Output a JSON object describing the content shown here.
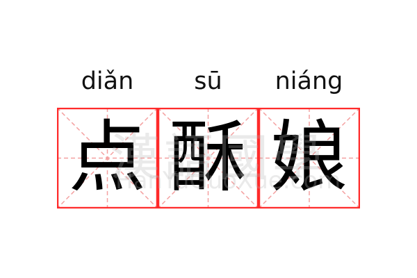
{
  "syllables": [
    {
      "pinyin": "diǎn",
      "character": "点"
    },
    {
      "pinyin": "sū",
      "character": "酥"
    },
    {
      "pinyin": "niáng",
      "character": "娘"
    }
  ],
  "watermark": {
    "chinese": "漢語國學",
    "latin": "HanYuGuoXue.com"
  },
  "colors": {
    "border": "#ff2a2a",
    "guide": "#f4a0a0",
    "text": "#000000"
  }
}
